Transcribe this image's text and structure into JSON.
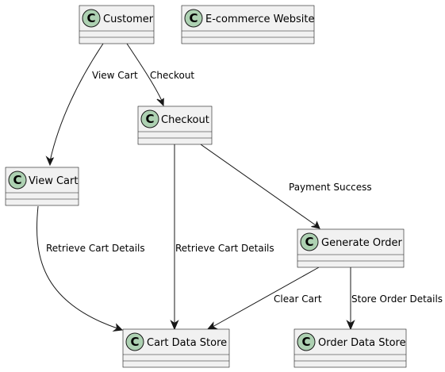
{
  "diagram": {
    "classes": [
      {
        "id": "customer",
        "name": "Customer",
        "icon": "C"
      },
      {
        "id": "ecommerce",
        "name": "E-commerce Website",
        "icon": "C"
      },
      {
        "id": "checkout",
        "name": "Checkout",
        "icon": "C"
      },
      {
        "id": "view_cart",
        "name": "View Cart",
        "icon": "C"
      },
      {
        "id": "generate_order",
        "name": "Generate Order",
        "icon": "C"
      },
      {
        "id": "cart_data_store",
        "name": "Cart Data Store",
        "icon": "C"
      },
      {
        "id": "order_data_store",
        "name": "Order Data Store",
        "icon": "C"
      }
    ],
    "edges": [
      {
        "from": "customer",
        "to": "view_cart",
        "label": "View Cart"
      },
      {
        "from": "customer",
        "to": "checkout",
        "label": "Checkout"
      },
      {
        "from": "checkout",
        "to": "generate_order",
        "label": "Payment Success"
      },
      {
        "from": "view_cart",
        "to": "cart_data_store",
        "label": "Retrieve Cart Details"
      },
      {
        "from": "checkout",
        "to": "cart_data_store",
        "label": "Retrieve Cart Details"
      },
      {
        "from": "generate_order",
        "to": "cart_data_store",
        "label": "Clear Cart"
      },
      {
        "from": "generate_order",
        "to": "order_data_store",
        "label": "Store Order Details"
      }
    ]
  },
  "colors": {
    "class_fill": "#f1f1f1",
    "class_border": "#181818",
    "class_icon": "#add1b2",
    "edge": "#181818",
    "background": "#ffffff"
  }
}
